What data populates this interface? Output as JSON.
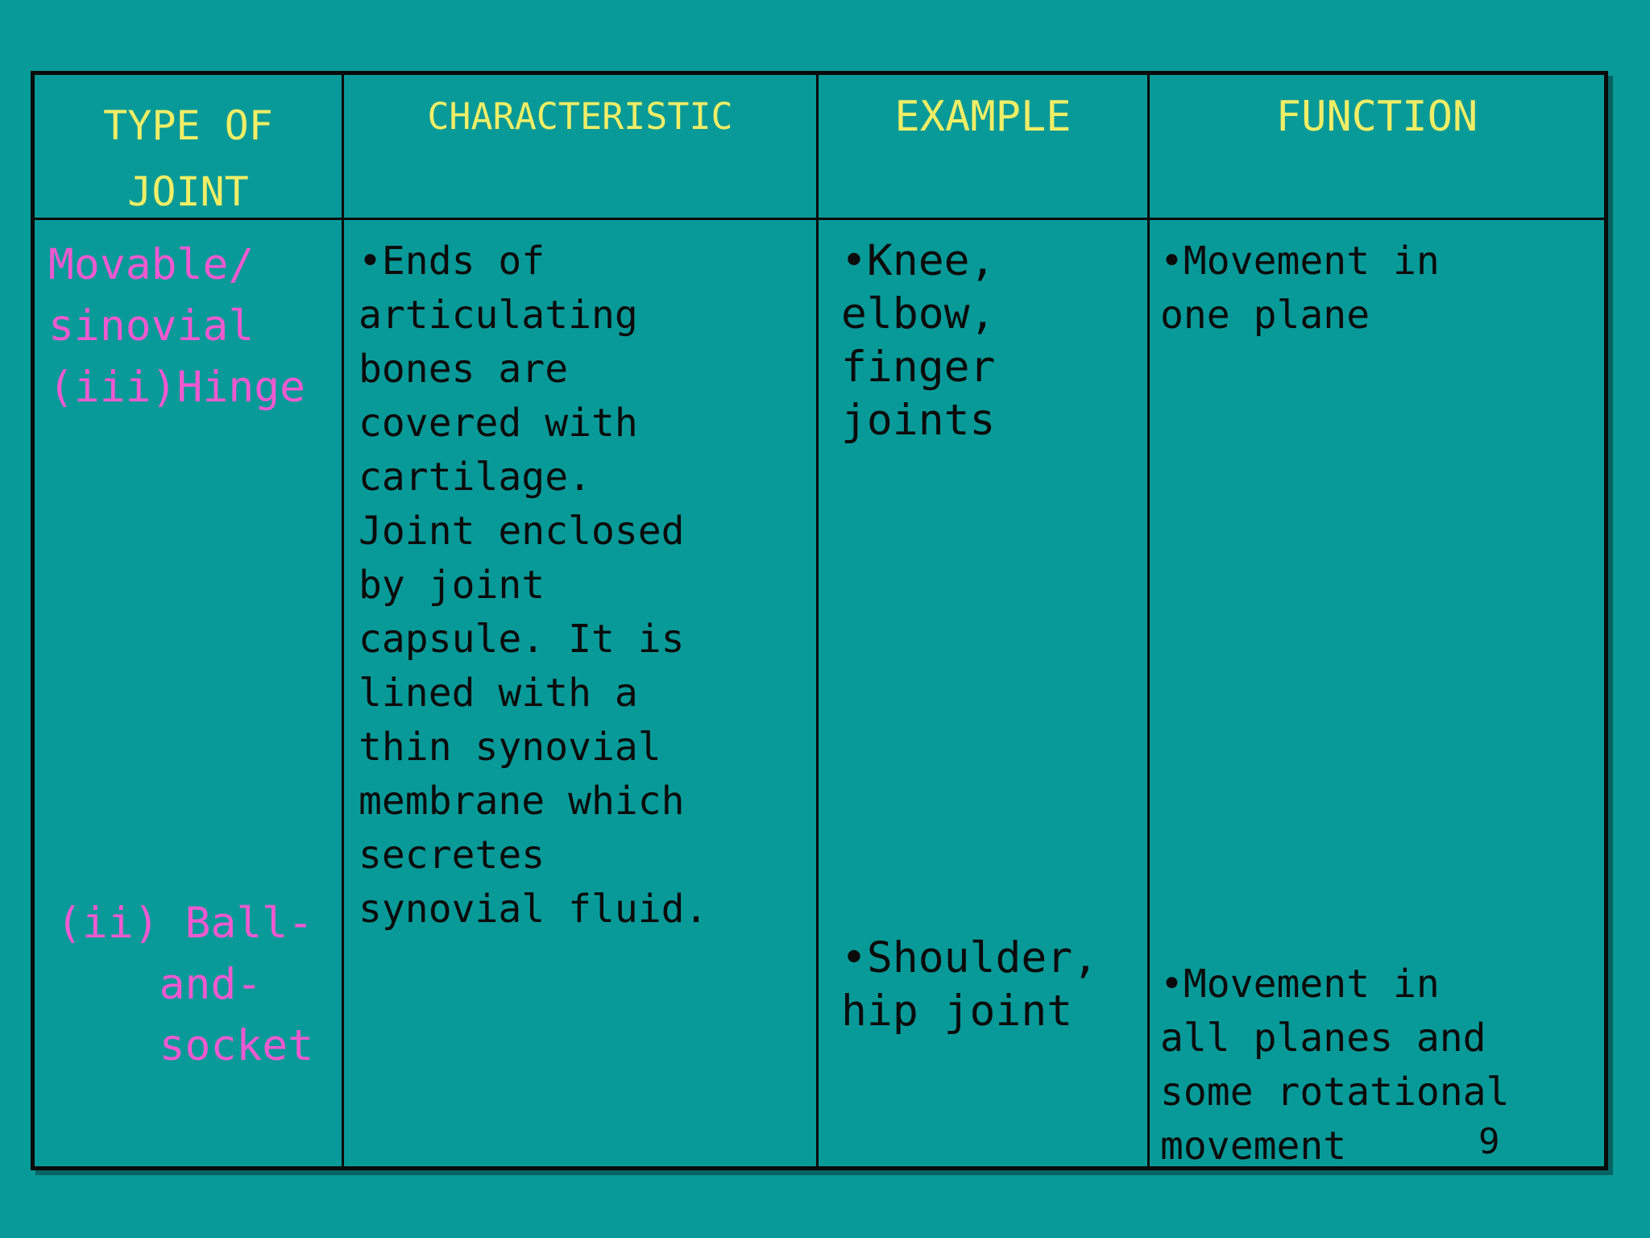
{
  "slide": {
    "background_color": "#089a99",
    "page_number": "9"
  },
  "table": {
    "border_color": "#0a0a0a",
    "header": {
      "text_color": "#f0ee65",
      "columns": [
        "TYPE OF\nJOINT",
        "CHARACTERISTIC",
        "EXAMPLE",
        "FUNCTION"
      ]
    },
    "rows": {
      "type_of_joint": {
        "text_color": "#ee59d0",
        "top": "Movable/\nsinovial\n(iii)Hinge",
        "bottom": "(ii) Ball-\n    and-\n    socket"
      },
      "characteristic": {
        "text_color": "#0b0b0b",
        "text": "•Ends of\narticulating\nbones are\ncovered with\ncartilage.\nJoint enclosed\nby joint\ncapsule. It is\nlined with a\nthin synovial\nmembrane which\nsecretes\nsynovial fluid."
      },
      "example": {
        "top": "•Knee,\nelbow,\nfinger\njoints",
        "bottom": "•Shoulder,\nhip joint"
      },
      "function": {
        "top": "•Movement in\none plane",
        "bottom": "•Movement in\nall planes and\nsome rotational\nmovement"
      }
    }
  }
}
